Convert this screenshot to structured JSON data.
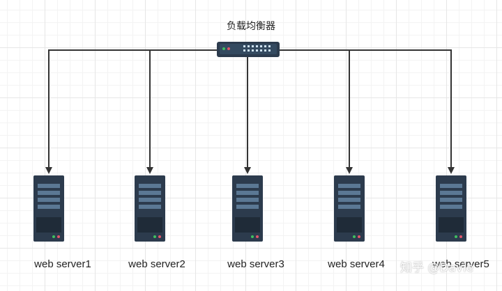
{
  "diagram": {
    "load_balancer": {
      "label": "负载均衡器",
      "icon": "network-switch-icon"
    },
    "servers": [
      {
        "label": "web server1",
        "icon": "server-rack-icon"
      },
      {
        "label": "web server2",
        "icon": "server-rack-icon"
      },
      {
        "label": "web server3",
        "icon": "server-rack-icon"
      },
      {
        "label": "web server4",
        "icon": "server-rack-icon"
      },
      {
        "label": "web server5",
        "icon": "server-rack-icon"
      }
    ],
    "colors": {
      "connector": "#333333",
      "device_body": "#2c3b4d",
      "device_panel": "#5b7894",
      "status_green": "#3fbf5f",
      "status_red": "#e0556a"
    }
  },
  "watermark": {
    "text": "知乎 @Davie"
  }
}
